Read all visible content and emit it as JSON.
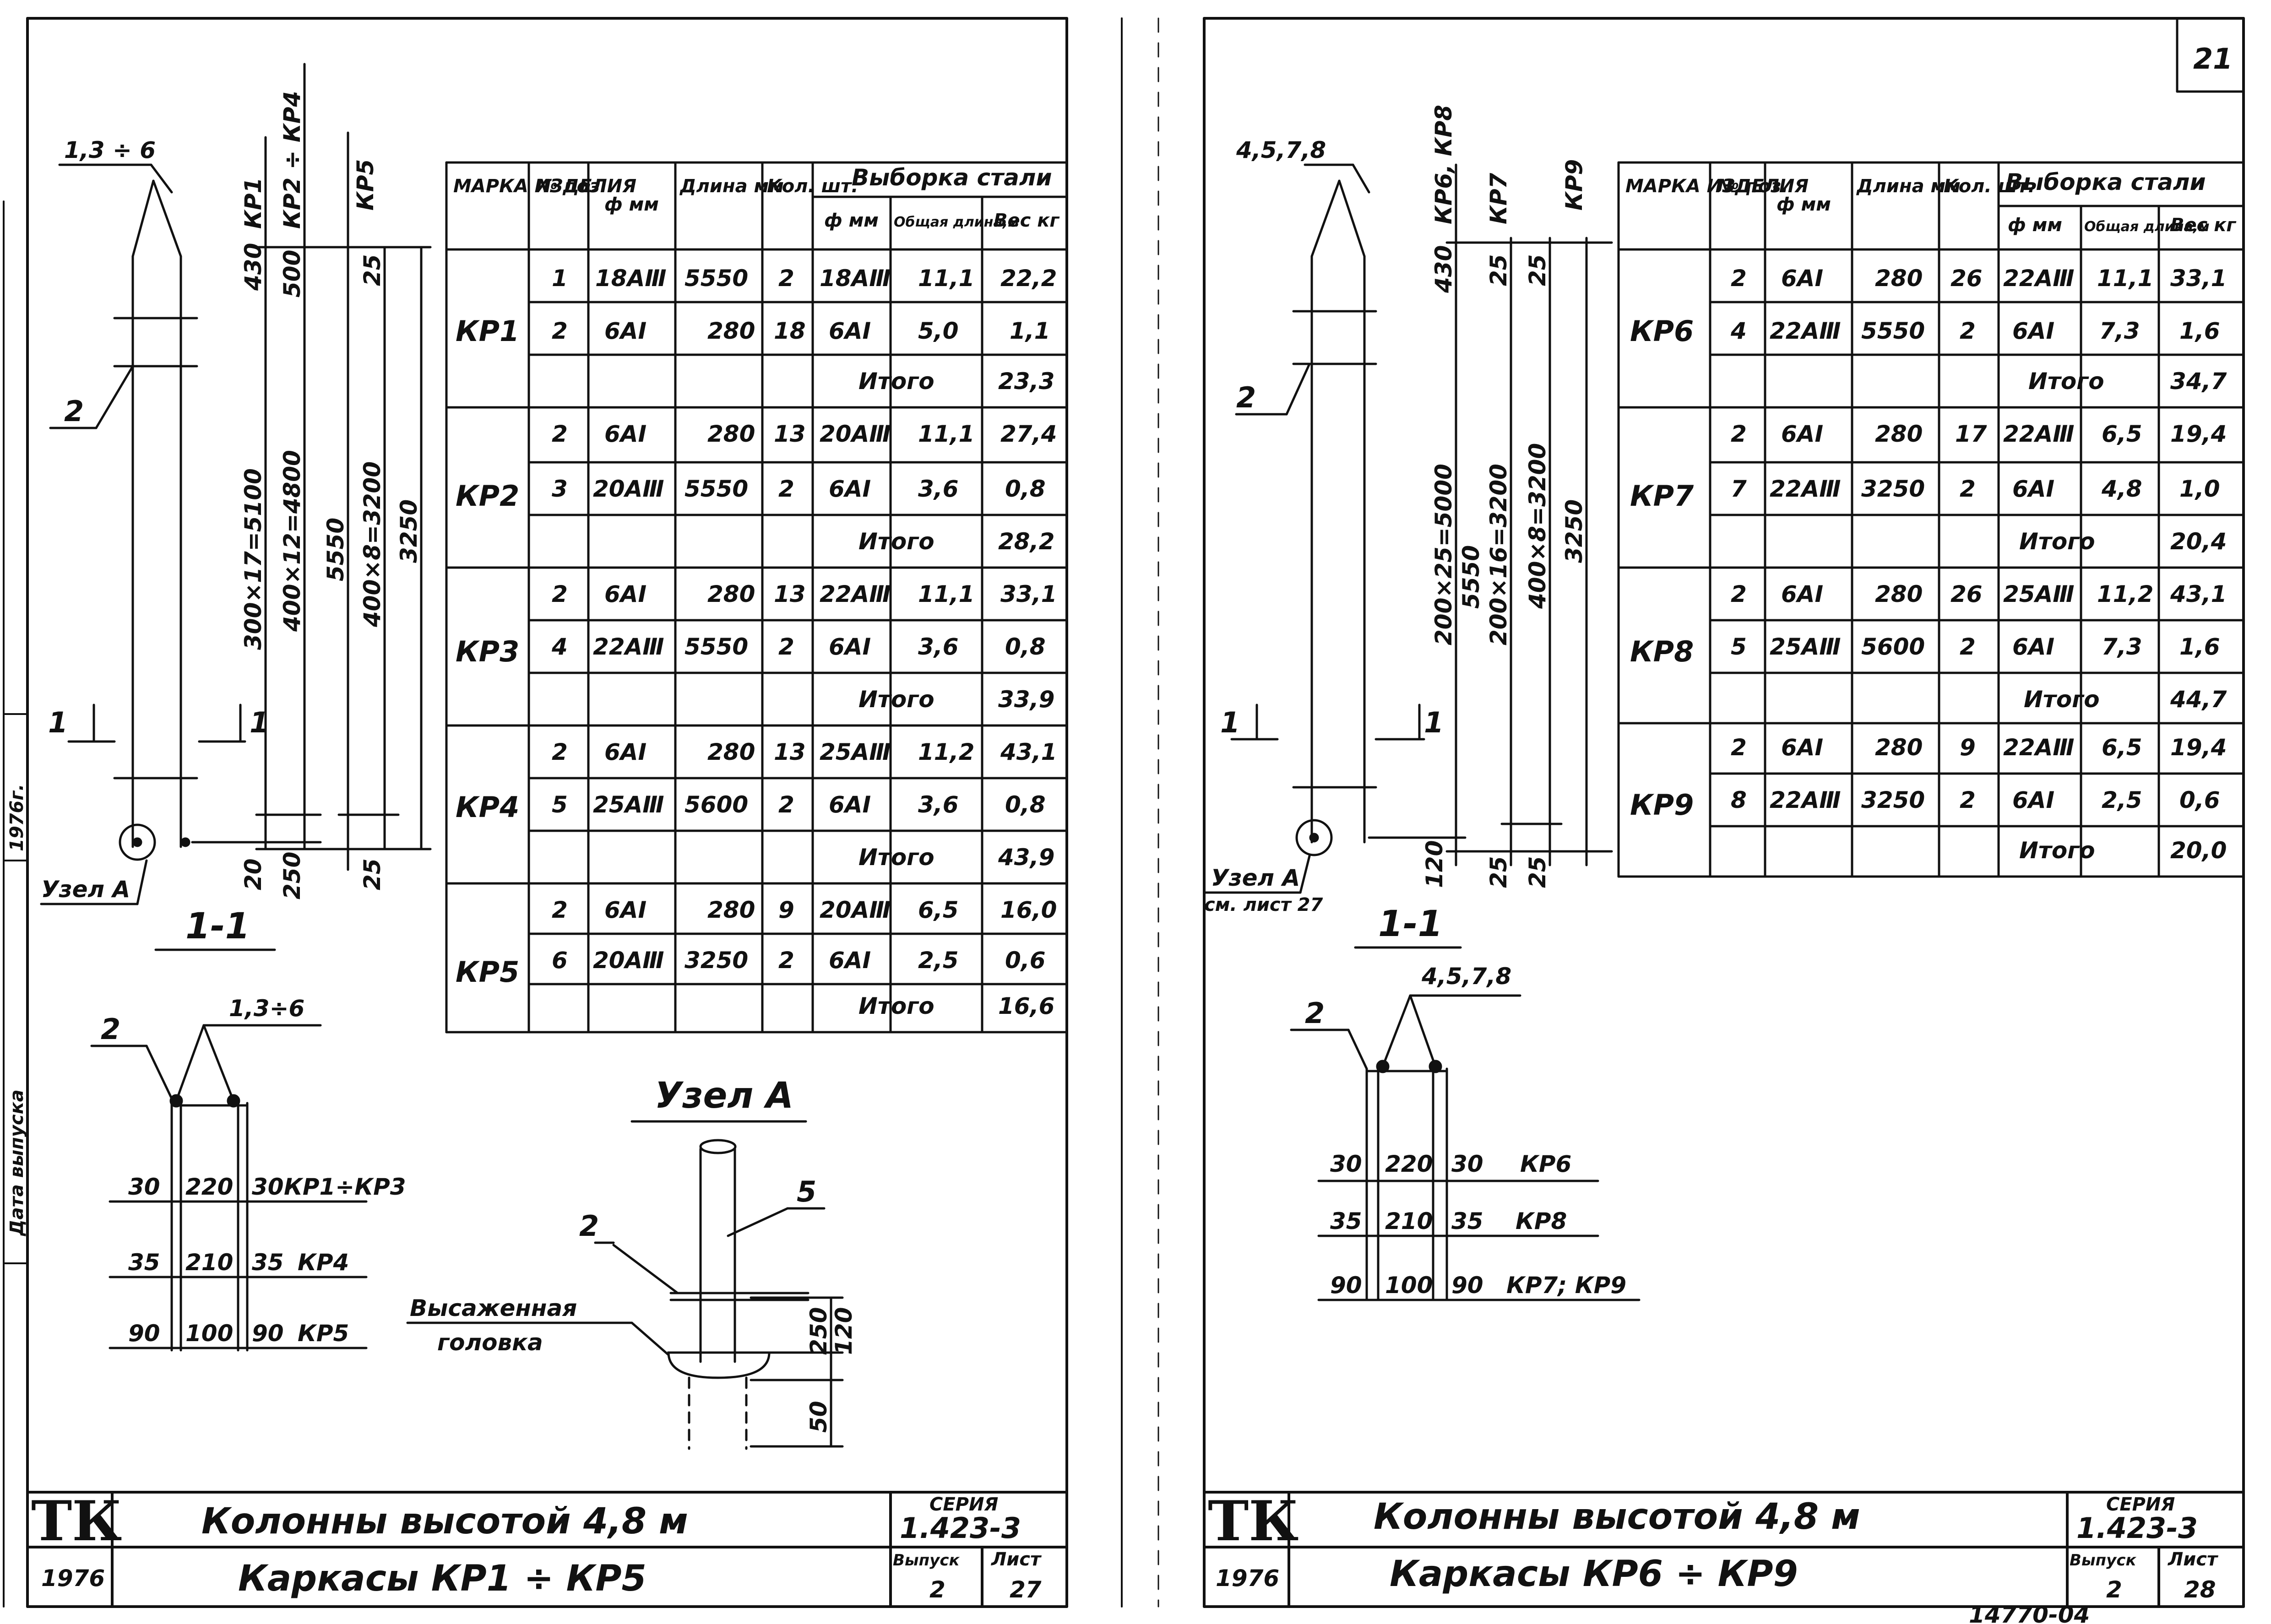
{
  "left": {
    "title_line1": "Колонны высотой 4,8 м",
    "title_line2": "Каркасы КР1 ÷ КР5",
    "logo": "ТК",
    "year": "1976",
    "series_label": "СЕРИЯ",
    "series": "1.423-3",
    "issue_label": "Выпуск",
    "issue": "2",
    "sheet_label": "Лист",
    "sheet": "27",
    "headers": {
      "mark": "МАРКА ИЗДЕЛИЯ",
      "pos": "№ поз.",
      "dia": "ф мм",
      "len": "Длина мм",
      "qty": "Кол. шт.",
      "sel": "Выборка стали",
      "sel_dia": "ф мм",
      "sel_total": "Общая длина,м",
      "sel_wt": "Вес кг"
    },
    "groups": [
      {
        "mark": "КР1",
        "rows": [
          {
            "pos": "1",
            "dia": "18АⅢ",
            "len": "5550",
            "qty": "2",
            "sdia": "18АⅢ",
            "slen": "11,1",
            "swt": "22,2"
          },
          {
            "pos": "2",
            "dia": "6АⅠ",
            "len": "280",
            "qty": "18",
            "sdia": "6АⅠ",
            "slen": "5,0",
            "swt": "1,1"
          }
        ],
        "total_label": "Итого",
        "total": "23,3"
      },
      {
        "mark": "КР2",
        "rows": [
          {
            "pos": "2",
            "dia": "6АⅠ",
            "len": "280",
            "qty": "13",
            "sdia": "20АⅢ",
            "slen": "11,1",
            "swt": "27,4"
          },
          {
            "pos": "3",
            "dia": "20АⅢ",
            "len": "5550",
            "qty": "2",
            "sdia": "6АⅠ",
            "slen": "3,6",
            "swt": "0,8"
          }
        ],
        "total_label": "Итого",
        "total": "28,2"
      },
      {
        "mark": "КР3",
        "rows": [
          {
            "pos": "2",
            "dia": "6АⅠ",
            "len": "280",
            "qty": "13",
            "sdia": "22АⅢ",
            "slen": "11,1",
            "swt": "33,1"
          },
          {
            "pos": "4",
            "dia": "22АⅢ",
            "len": "5550",
            "qty": "2",
            "sdia": "6АⅠ",
            "slen": "3,6",
            "swt": "0,8"
          }
        ],
        "total_label": "Итого",
        "total": "33,9"
      },
      {
        "mark": "КР4",
        "rows": [
          {
            "pos": "2",
            "dia": "6АⅠ",
            "len": "280",
            "qty": "13",
            "sdia": "25АⅢ",
            "slen": "11,2",
            "swt": "43,1"
          },
          {
            "pos": "5",
            "dia": "25АⅢ",
            "len": "5600",
            "qty": "2",
            "sdia": "6АⅠ",
            "slen": "3,6",
            "swt": "0,8"
          }
        ],
        "total_label": "Итого",
        "total": "43,9"
      },
      {
        "mark": "КР5",
        "rows": [
          {
            "pos": "2",
            "dia": "6АⅠ",
            "len": "280",
            "qty": "9",
            "sdia": "20АⅢ",
            "slen": "6,5",
            "swt": "16,0"
          },
          {
            "pos": "6",
            "dia": "20АⅢ",
            "len": "3250",
            "qty": "2",
            "sdia": "6АⅠ",
            "slen": "2,5",
            "swt": "0,6"
          }
        ],
        "total_label": "Итого",
        "total": "16,6"
      }
    ],
    "elevation": {
      "top_label": "1,3 ÷ 6",
      "col_labels": [
        "КР1",
        "КР2 ÷ КР4",
        "КР5"
      ],
      "dims_top": [
        "430",
        "500",
        "25"
      ],
      "dims_mid": [
        "300×17=5100",
        "400×12=4800",
        "5550",
        "400×8=3200",
        "3250"
      ],
      "dims_bot": [
        "20",
        "250",
        "25"
      ],
      "pos2": "2",
      "section_mark": "1",
      "node_label": "Узел А",
      "section_title": "1-1"
    },
    "section": {
      "top_label": "1,3÷6",
      "pos2": "2",
      "rows": [
        {
          "a": "30",
          "b": "220",
          "c": "30",
          "mark": "КР1÷КР3"
        },
        {
          "a": "35",
          "b": "210",
          "c": "35",
          "mark": "КР4"
        },
        {
          "a": "90",
          "b": "100",
          "c": "90",
          "mark": "КР5"
        }
      ]
    },
    "node": {
      "title": "Узел А",
      "pos5": "5",
      "pos2": "2",
      "head_line1": "Высаженная",
      "head_line2": "головка",
      "dims": [
        "250",
        "120",
        "50"
      ]
    }
  },
  "right": {
    "page_number": "21",
    "title_line1": "Колонны высотой 4,8 м",
    "title_line2": "Каркасы КР6 ÷ КР9",
    "logo": "ТК",
    "year": "1976",
    "series_label": "СЕРИЯ",
    "series": "1.423-3",
    "issue_label": "Выпуск",
    "issue": "2",
    "sheet_label": "Лист",
    "sheet": "28",
    "groups": [
      {
        "mark": "КР6",
        "rows": [
          {
            "pos": "2",
            "dia": "6АⅠ",
            "len": "280",
            "qty": "26",
            "sdia": "22АⅢ",
            "slen": "11,1",
            "swt": "33,1"
          },
          {
            "pos": "4",
            "dia": "22АⅢ",
            "len": "5550",
            "qty": "2",
            "sdia": "6АⅠ",
            "slen": "7,3",
            "swt": "1,6"
          }
        ],
        "total_label": "Итого",
        "total": "34,7"
      },
      {
        "mark": "КР7",
        "rows": [
          {
            "pos": "2",
            "dia": "6АⅠ",
            "len": "280",
            "qty": "17",
            "sdia": "22АⅢ",
            "slen": "6,5",
            "swt": "19,4"
          },
          {
            "pos": "7",
            "dia": "22АⅢ",
            "len": "3250",
            "qty": "2",
            "sdia": "6АⅠ",
            "slen": "4,8",
            "swt": "1,0"
          }
        ],
        "total_label": "Итого",
        "total": "20,4"
      },
      {
        "mark": "КР8",
        "rows": [
          {
            "pos": "2",
            "dia": "6АⅠ",
            "len": "280",
            "qty": "26",
            "sdia": "25АⅢ",
            "slen": "11,2",
            "swt": "43,1"
          },
          {
            "pos": "5",
            "dia": "25АⅢ",
            "len": "5600",
            "qty": "2",
            "sdia": "6АⅠ",
            "slen": "7,3",
            "swt": "1,6"
          }
        ],
        "total_label": "Итого",
        "total": "44,7"
      },
      {
        "mark": "КР9",
        "rows": [
          {
            "pos": "2",
            "dia": "6АⅠ",
            "len": "280",
            "qty": "9",
            "sdia": "22АⅢ",
            "slen": "6,5",
            "swt": "19,4"
          },
          {
            "pos": "8",
            "dia": "22АⅢ",
            "len": "3250",
            "qty": "2",
            "sdia": "6АⅠ",
            "slen": "2,5",
            "swt": "0,6"
          }
        ],
        "total_label": "Итого",
        "total": "20,0"
      }
    ],
    "elevation": {
      "top_label": "4,5,7,8",
      "col_labels": [
        "КР6, КР8",
        "КР7",
        "КР9"
      ],
      "dims_top": [
        "430",
        "25",
        "25"
      ],
      "dims_mid": [
        "200×25=5000",
        "5550",
        "200×16=3200",
        "400×8=3200",
        "3250"
      ],
      "dims_bot": [
        "120",
        "25",
        "25"
      ],
      "pos2": "2",
      "section_mark": "1",
      "node_label": "Узел А",
      "node_ref": "см. лист 27",
      "section_title": "1-1"
    },
    "section": {
      "top_label": "4,5,7,8",
      "pos2": "2",
      "rows": [
        {
          "a": "30",
          "b": "220",
          "c": "30",
          "mark": "КР6"
        },
        {
          "a": "35",
          "b": "210",
          "c": "35",
          "mark": "КР8"
        },
        {
          "a": "90",
          "b": "100",
          "c": "90",
          "mark": "КР7; КР9"
        }
      ]
    },
    "stamp_bottom": "14770-04"
  },
  "side": {
    "date_label": "Дата выпуска",
    "year_box": "1976г."
  }
}
